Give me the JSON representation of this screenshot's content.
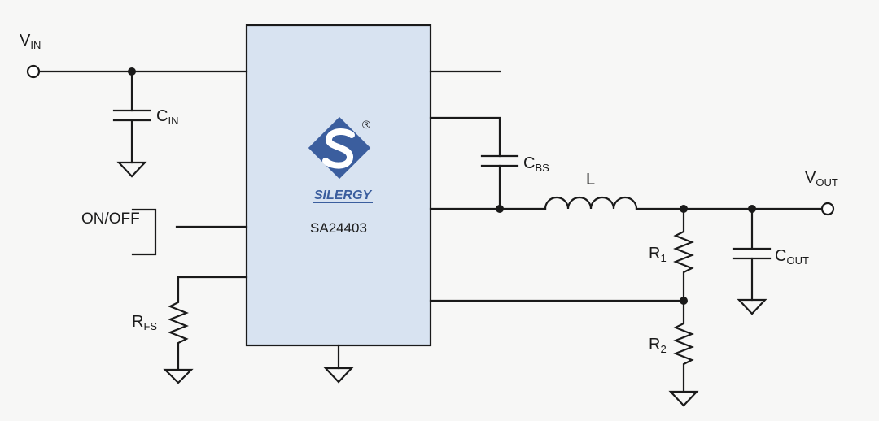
{
  "labels": {
    "vin_main": "V",
    "vin_sub": "IN",
    "cin_main": "C",
    "cin_sub": "IN",
    "onoff": "ON/OFF",
    "rfs_main": "R",
    "rfs_sub": "FS",
    "cbs_main": "C",
    "cbs_sub": "BS",
    "inductor": "L",
    "vout_main": "V",
    "vout_sub": "OUT",
    "r1_main": "R",
    "r1_sub": "1",
    "cout_main": "C",
    "cout_sub": "OUT",
    "r2_main": "R",
    "r2_sub": "2"
  },
  "chip": {
    "brand": "SILERGY",
    "registered": "®",
    "part_number": "SA24403"
  },
  "colors": {
    "chip_fill": "#d8e3f1",
    "logo_blue": "#3b5e9e",
    "wire": "#1a1a1a",
    "background": "#f7f7f6"
  }
}
